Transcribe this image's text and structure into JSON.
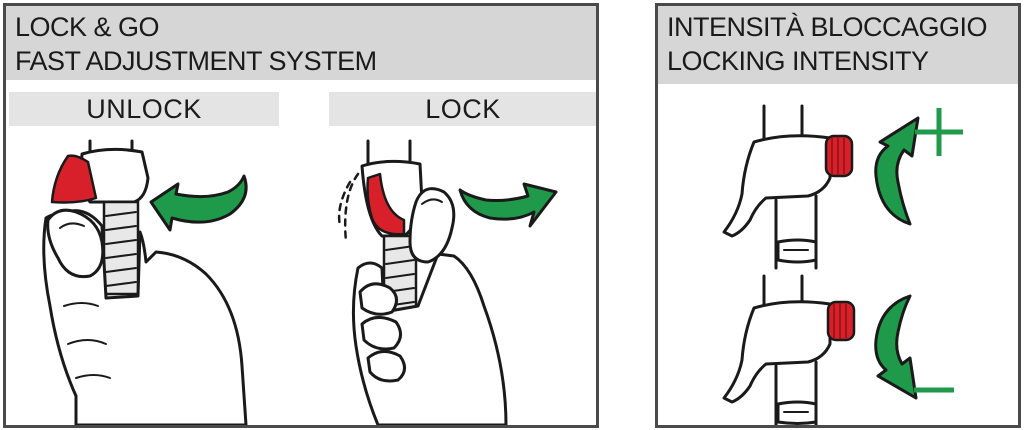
{
  "left_panel": {
    "title_line1": "LOCK & GO",
    "title_line2": "FAST ADJUSTMENT SYSTEM",
    "unlock_label": "UNLOCK",
    "lock_label": "LOCK"
  },
  "right_panel": {
    "title_line1": "INTENSITÀ BLOCCAGGIO",
    "title_line2": "LOCKING INTENSITY",
    "plus_symbol": "+",
    "minus_symbol": "–"
  },
  "colors": {
    "lever_red": "#d8202a",
    "arrow_green": "#1f9a4b",
    "header_gray": "#d6d6d6",
    "frame_gray": "#4a4a4a"
  },
  "icons": [
    "hand-unlock-illustration",
    "hand-lock-illustration",
    "rotate-arrow-icon",
    "knob-tighten-illustration",
    "knob-loosen-illustration"
  ]
}
